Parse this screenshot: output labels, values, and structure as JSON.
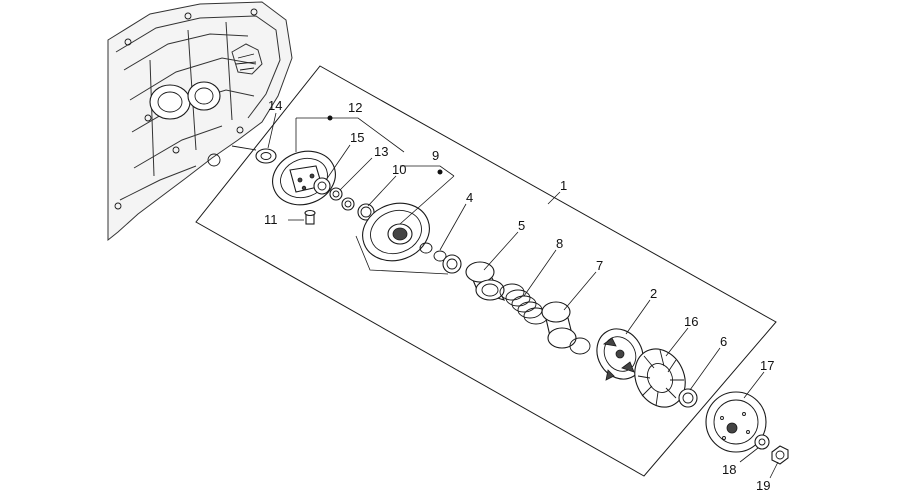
{
  "diagram": {
    "callouts": [
      {
        "id": "1",
        "label": "1"
      },
      {
        "id": "2",
        "label": "2"
      },
      {
        "id": "4",
        "label": "4"
      },
      {
        "id": "5",
        "label": "5"
      },
      {
        "id": "6",
        "label": "6"
      },
      {
        "id": "7",
        "label": "7"
      },
      {
        "id": "8",
        "label": "8"
      },
      {
        "id": "9",
        "label": "9"
      },
      {
        "id": "10",
        "label": "10"
      },
      {
        "id": "11",
        "label": "11"
      },
      {
        "id": "12",
        "label": "12"
      },
      {
        "id": "13",
        "label": "13"
      },
      {
        "id": "14",
        "label": "14"
      },
      {
        "id": "15",
        "label": "15"
      },
      {
        "id": "16",
        "label": "16"
      },
      {
        "id": "17",
        "label": "17"
      },
      {
        "id": "18",
        "label": "18"
      },
      {
        "id": "19",
        "label": "19"
      }
    ]
  }
}
